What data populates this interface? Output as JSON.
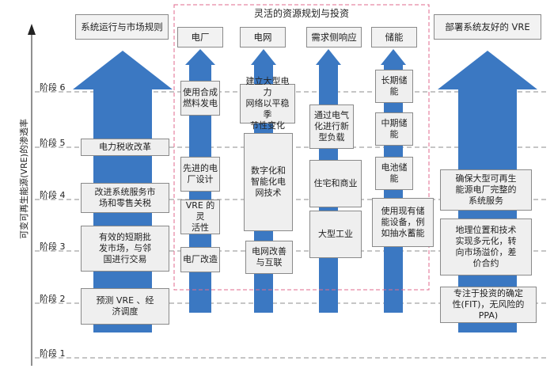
{
  "axis": {
    "label": "可变可再生能源(VRE)的渗透率"
  },
  "stages": [
    "阶段 1",
    "阶段 2",
    "阶段 3",
    "阶段 4",
    "阶段 5",
    "阶段 6"
  ],
  "group_title": "灵活的资源规划与投资",
  "columns": [
    {
      "header": "系统运行与市场规则",
      "boxes": [
        "电力税收改革",
        "改进系统服务市\n场和零售关税",
        "有效的短期批\n发市场，与邻\n国进行交易",
        "预测 VRE 、经\n济调度"
      ]
    },
    {
      "header": "电厂",
      "boxes": [
        "使用合成\n燃料发电",
        "先进的电\n厂设计",
        "VRE 的灵\n活性",
        "电厂改造"
      ]
    },
    {
      "header": "电网",
      "boxes": [
        "建立大型电力\n网络以平稳季\n节性变化",
        "数字化和\n智能化电\n网技术",
        "电网改善\n与互联"
      ]
    },
    {
      "header": "需求侧响应",
      "boxes": [
        "通过电气\n化进行新\n型负载",
        "住宅和商业",
        "大型工业"
      ]
    },
    {
      "header": "储能",
      "boxes": [
        "长期储能",
        "中期储能",
        "电池储能",
        "使用现有储\n能设备，例\n如抽水蓄能"
      ]
    },
    {
      "header": "部署系统友好的 VRE",
      "boxes": [
        "确保大型可再生\n能源电厂完整的\n系统服务",
        "地理位置和技术\n实现多元化，转\n向市场溢价，差\n价合约",
        "专注于投资的确定\n性(FIT)，无风险的\nPPA)"
      ]
    }
  ],
  "colors": {
    "arrow": "#3b78c2",
    "box_fill": "#efefef",
    "box_border": "#8a8a8a",
    "group_border": "#e06a8c",
    "gridline": "#8c8c8c"
  }
}
